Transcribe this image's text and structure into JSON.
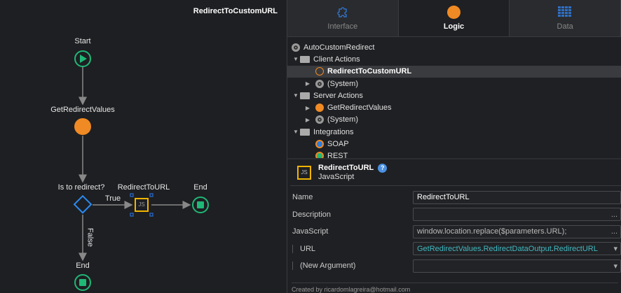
{
  "canvas": {
    "title": "RedirectToCustomURL",
    "nodes": {
      "start": "Start",
      "get": "GetRedirectValues",
      "if": "Is to redirect?",
      "js": "RedirectToURL",
      "js_icon": "JS",
      "end1": "End",
      "end2": "End"
    },
    "edges": {
      "true": "True",
      "false": "False"
    },
    "colors": {
      "start_end": "#1fb877",
      "server_action": "#f08a24",
      "if": "#2a8bf2",
      "js": "#f0b400"
    }
  },
  "tabs": [
    {
      "label": "Interface",
      "icon": "puzzle-icon"
    },
    {
      "label": "Logic",
      "icon": "orange-circle-icon",
      "active": true
    },
    {
      "label": "Data",
      "icon": "grid-icon"
    }
  ],
  "tree": {
    "root": "AutoCustomRedirect",
    "client_actions": "Client Actions",
    "client_selected": "RedirectToCustomURL",
    "client_system": "(System)",
    "server_actions": "Server Actions",
    "server_item": "GetRedirectValues",
    "server_system": "(System)",
    "integrations": "Integrations",
    "soap": "SOAP",
    "rest": "REST"
  },
  "props": {
    "title": "RedirectToURL",
    "subtitle": "JavaScript",
    "icon_text": "JS",
    "help": "?",
    "name_label": "Name",
    "name_value": "RedirectToURL",
    "desc_label": "Description",
    "desc_value": "",
    "js_label": "JavaScript",
    "js_value": "window.location.replace($parameters.URL);",
    "url_label": "URL",
    "url_value": [
      "GetRedirectValues",
      ".",
      "RedirectDataOutput",
      ".",
      "RedirectURL"
    ],
    "newarg_label": "(New Argument)",
    "newarg_value": "",
    "more": "...",
    "footer": "Created by ricardomlagreira@hotmail.com"
  }
}
